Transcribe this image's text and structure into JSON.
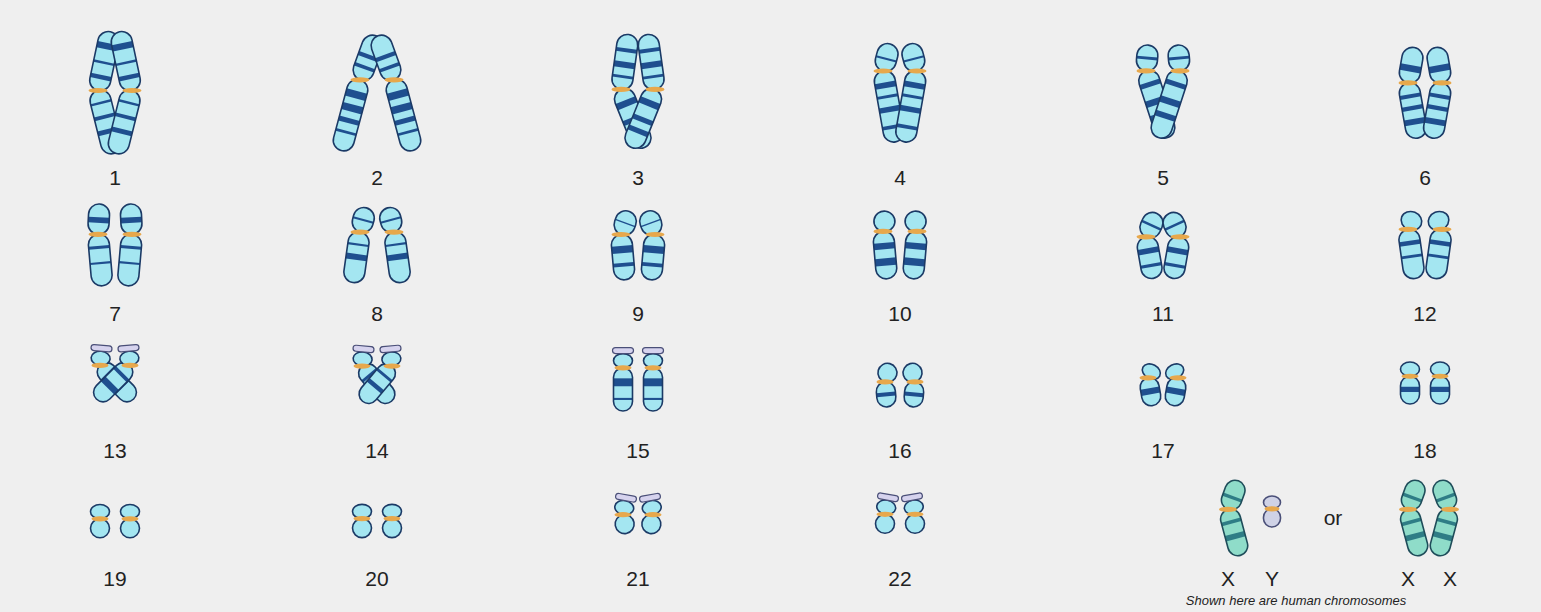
{
  "diagram": {
    "caption": "Shown here are human chromosomes",
    "labels": [
      "1",
      "2",
      "3",
      "4",
      "5",
      "6",
      "7",
      "8",
      "9",
      "10",
      "11",
      "12",
      "13",
      "14",
      "15",
      "16",
      "17",
      "18",
      "19",
      "20",
      "21",
      "22",
      "X",
      "Y",
      "or",
      "X",
      "X"
    ]
  }
}
